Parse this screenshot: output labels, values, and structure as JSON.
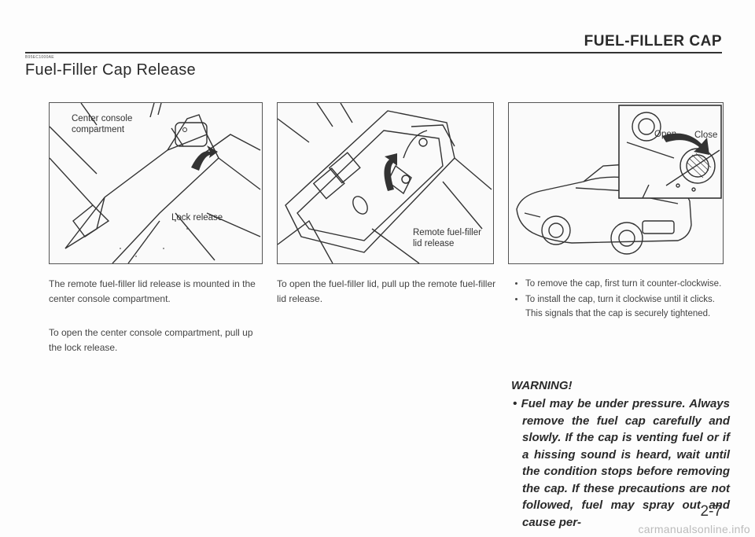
{
  "header": {
    "title": "FUEL-FILLER CAP"
  },
  "doc_code": "B95EC1000AE",
  "section_title": "Fuel-Filler Cap Release",
  "figures": {
    "fig1": {
      "label_console": "Center console",
      "label_compartment": "compartment",
      "label_lock": "Lock release"
    },
    "fig2": {
      "label_remote_1": "Remote fuel-filler",
      "label_remote_2": "lid release"
    },
    "fig3": {
      "label_open": "Open",
      "label_close": "Close"
    }
  },
  "col1": {
    "para1": "The remote fuel-filler lid release is mounted in the center console compartment.",
    "para2": "To open the center console compartment, pull up the lock release."
  },
  "col2": {
    "para1": "To open the fuel-filler lid, pull up the remote fuel-filler lid release."
  },
  "col3": {
    "bullets": [
      "To remove the cap, first turn it counter-clockwise.",
      "To install the cap, turn it clockwise until it clicks. This signals that the cap is securely tightened."
    ]
  },
  "warning": {
    "heading": "WARNING!",
    "text": "Fuel may be under pressure. Always remove the fuel cap carefully and slowly. If the cap is venting fuel or if a hissing sound is heard, wait until the condition stops before removing the cap. If these precautions are not followed, fuel may spray out and cause per-"
  },
  "page_number": "2-7",
  "watermark": "carmanualsonline.info"
}
